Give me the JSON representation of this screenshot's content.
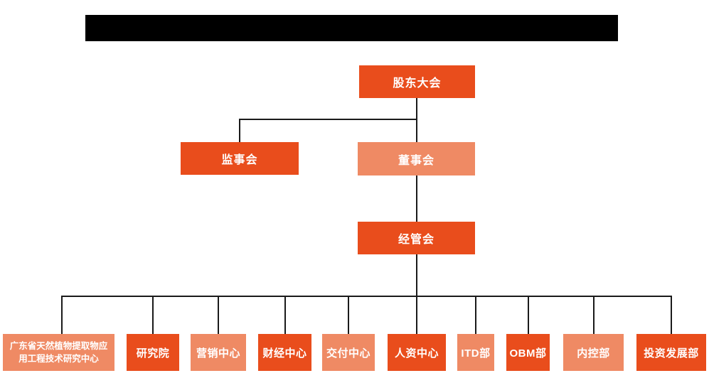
{
  "colors": {
    "box_dark": "#e94d1c",
    "box_light": "#ef8a64",
    "connector": "#1a1a1a",
    "redaction_bar": "#000000",
    "box_text": "#ffffff",
    "background": "#ffffff"
  },
  "org_chart": {
    "type": "organizational-hierarchy",
    "root": {
      "label": "股东大会"
    },
    "supervisory_board": {
      "label": "监事会"
    },
    "board_of_directors": {
      "label": "董事会"
    },
    "management_committee": {
      "label": "经管会"
    },
    "departments": [
      {
        "label": "广东省天然植物提取物应用工程技术研究中心"
      },
      {
        "label": "研究院"
      },
      {
        "label": "营销中心"
      },
      {
        "label": "财经中心"
      },
      {
        "label": "交付中心"
      },
      {
        "label": "人资中心"
      },
      {
        "label": "ITD部"
      },
      {
        "label": "OBM部"
      },
      {
        "label": "内控部"
      },
      {
        "label": "投资发展部"
      }
    ]
  }
}
